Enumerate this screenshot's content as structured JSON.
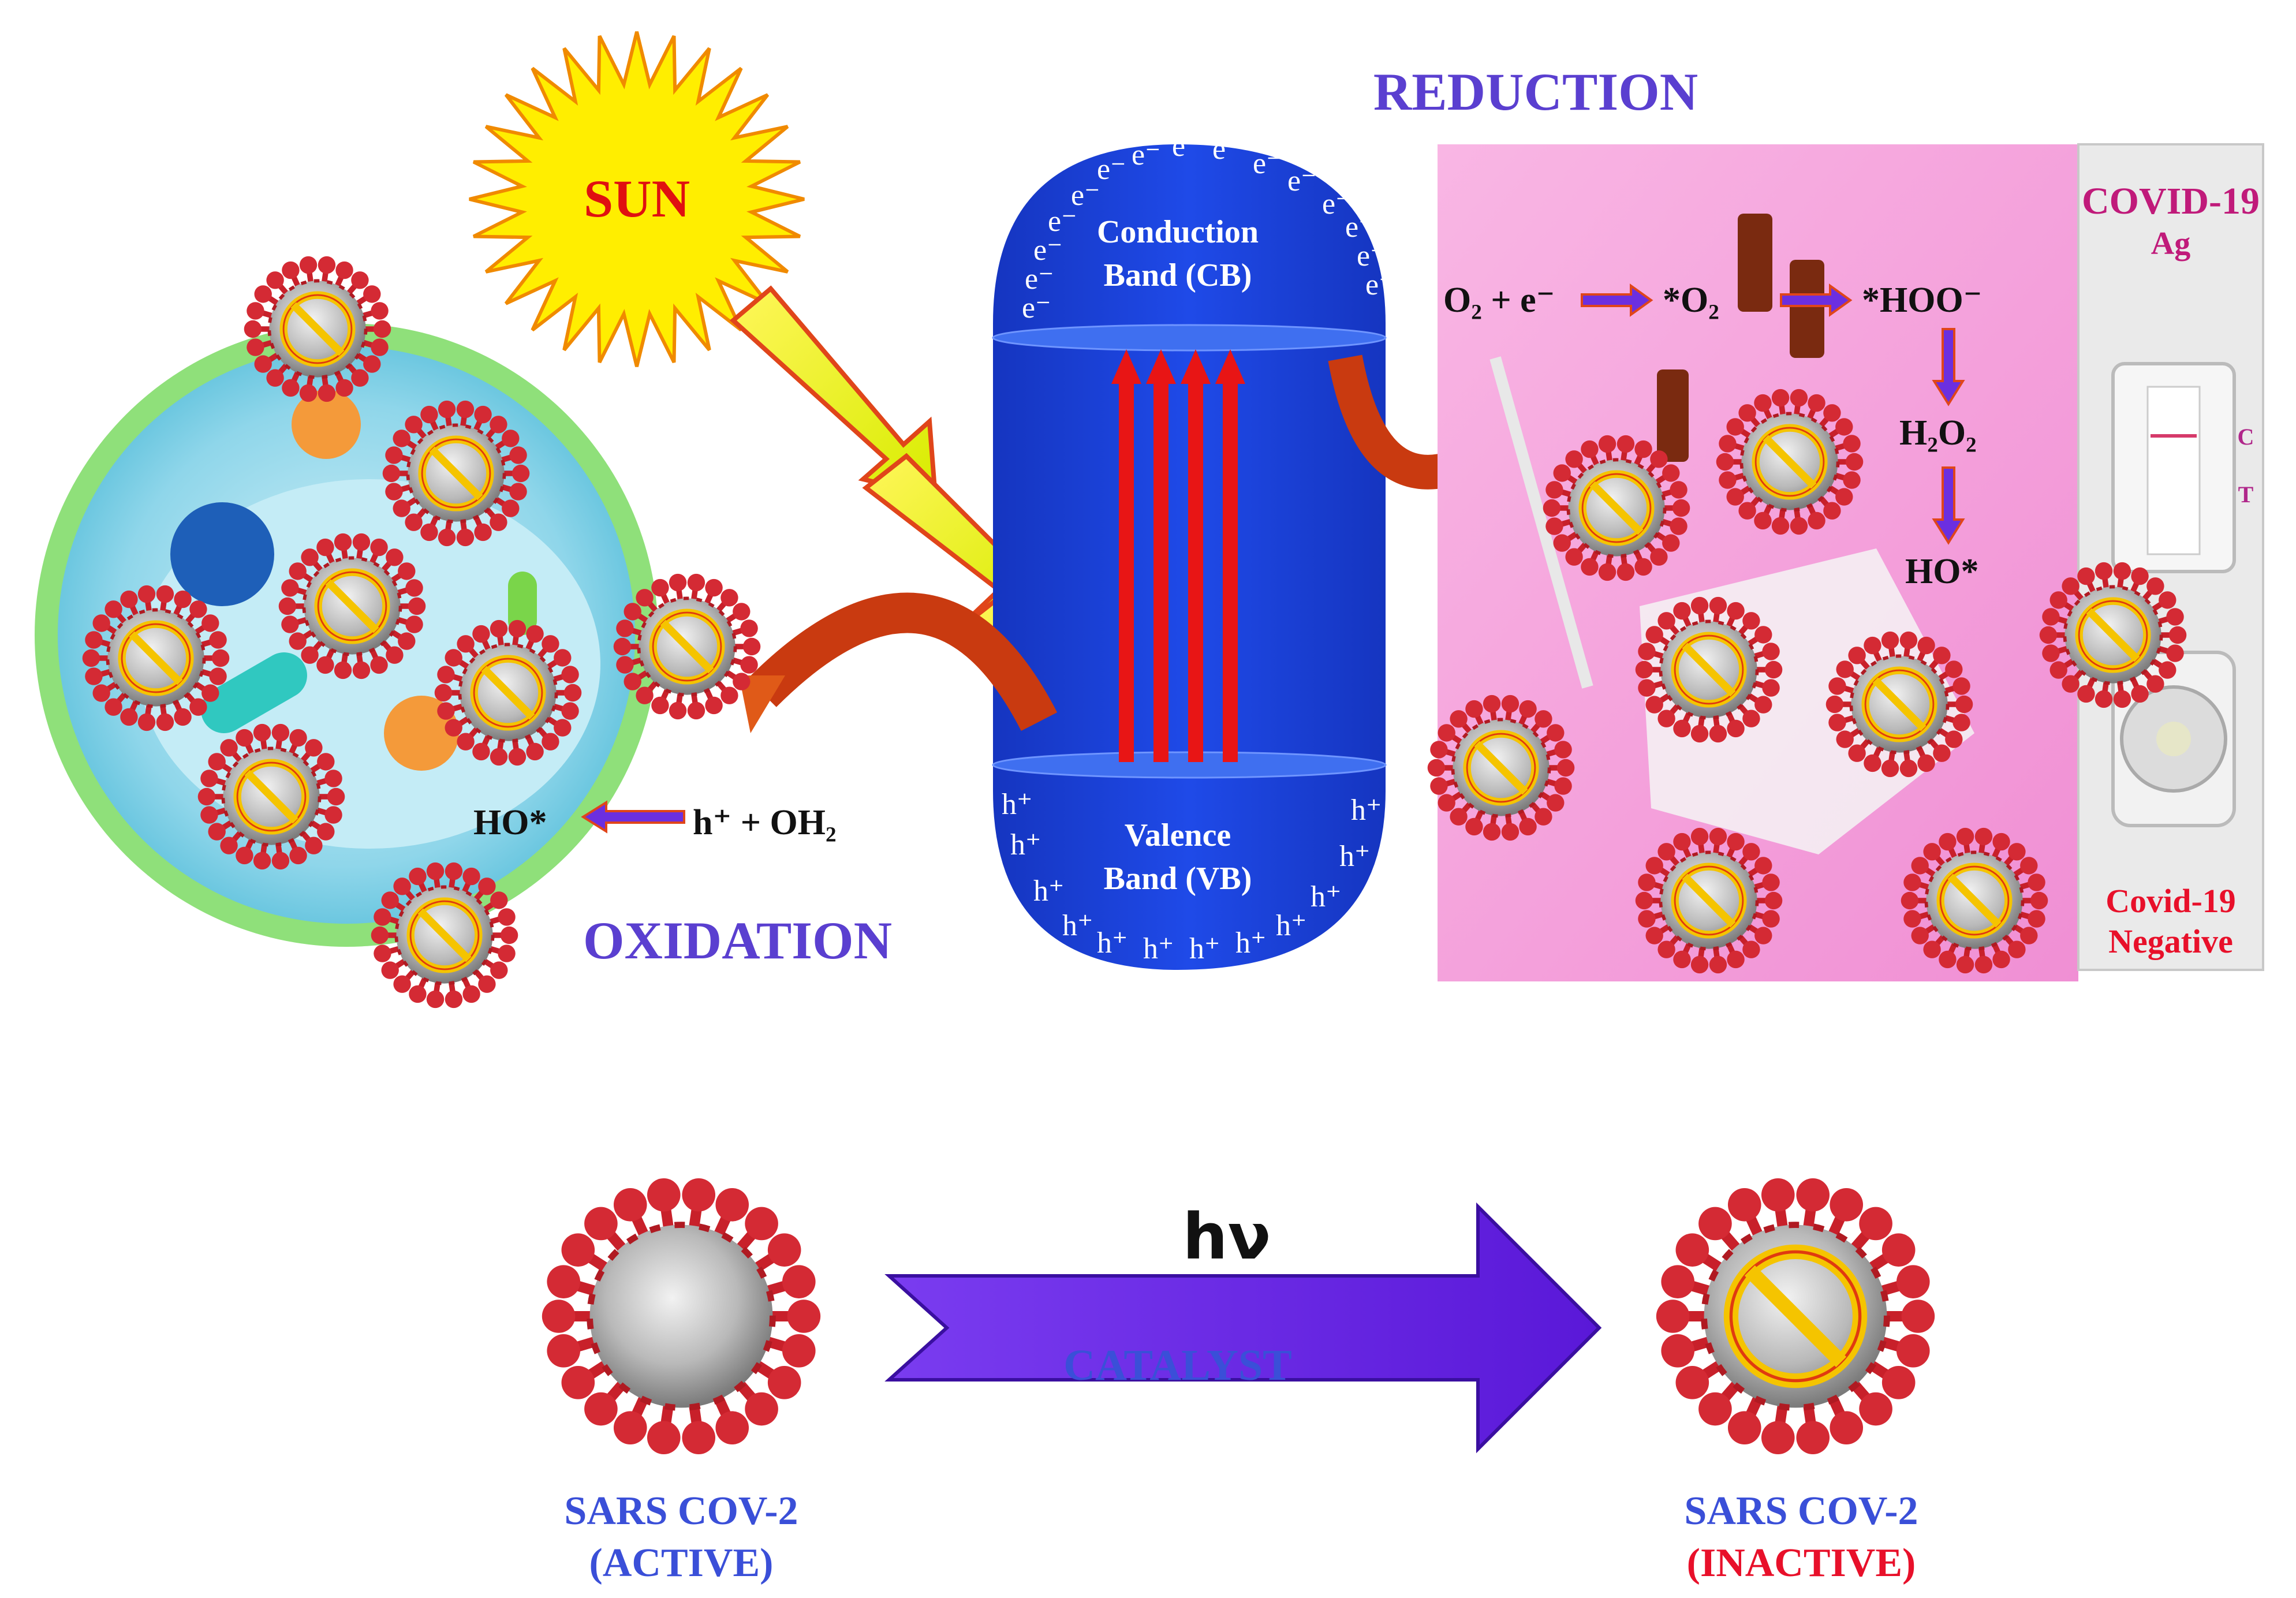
{
  "labels": {
    "sun": "SUN",
    "reduction": "REDUCTION",
    "oxidation": "OXIDATION",
    "conduction_line1": "Conduction",
    "conduction_line2": "Band (CB)",
    "valence_line1": "Valence",
    "valence_line2": "Band (VB)",
    "electron": "e⁻",
    "hole": "h⁺",
    "oxidation_reactant": "h⁺ + OH₂",
    "oxidation_product": "HO*",
    "red_o2_e": "O₂ + e⁻",
    "red_o2_radical": "*O₂",
    "red_hoo": "*HOO⁻",
    "red_h2o2": "H₂O₂",
    "red_ho": "HO*",
    "test_title_1": "COVID-19",
    "test_title_2": "Ag",
    "test_c": "C",
    "test_t": "T",
    "test_result_1": "Covid-19",
    "test_result_2": "Negative",
    "hv": "hν",
    "catalyst": "CATALYST",
    "active_1": "SARS COV-2",
    "active_2": "(ACTIVE)",
    "inactive_1": "SARS COV-2",
    "inactive_2": "(INACTIVE)"
  },
  "colors": {
    "band": "#1a3fd6",
    "sun": "#ffee00",
    "sun_text": "#e01010",
    "title": "#5a3fd0",
    "virus_spike": "#c8202a",
    "no_sign": "#f5c400",
    "reduction_bg": "#f4a3df",
    "main_arrow": "#6b2fe0",
    "curved_arrow": "#e05a18",
    "excitation": "#e81515"
  }
}
